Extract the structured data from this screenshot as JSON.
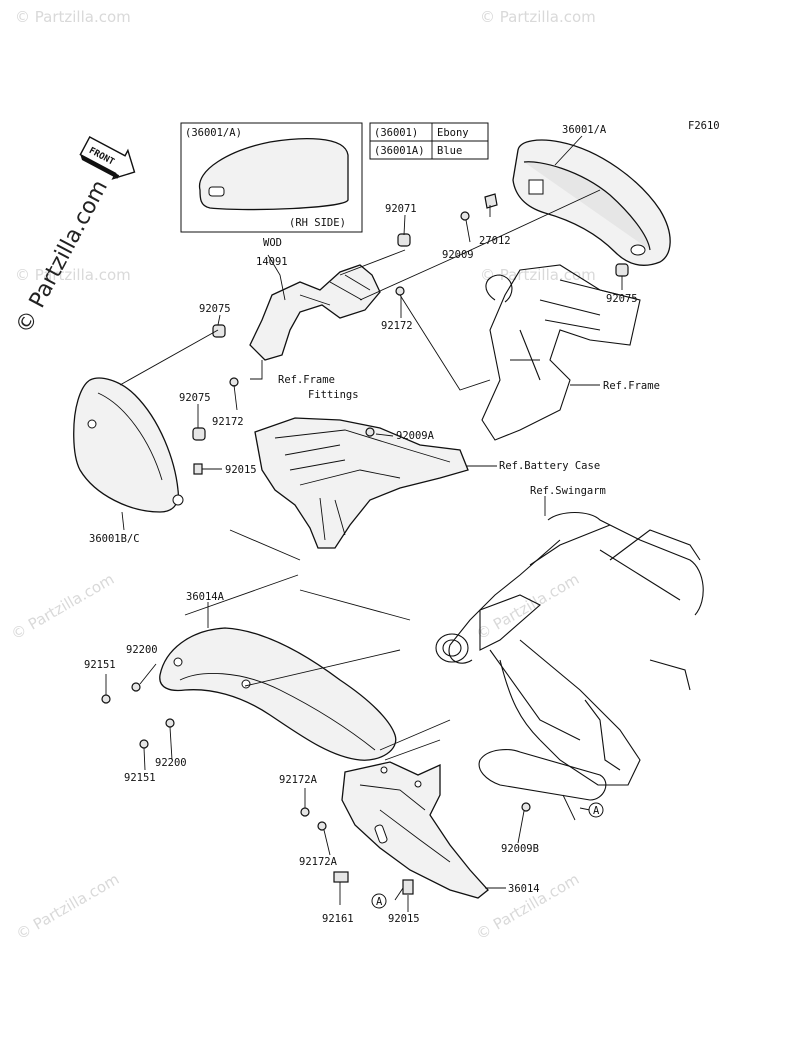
{
  "figure_code": "F2610",
  "watermark_main": "© Partzilla.com",
  "watermark_small": "© Partzilla.com",
  "front_arrow_label": "FRONT",
  "inset": {
    "title": "(36001/A)",
    "caption": "(RH SIDE)"
  },
  "legend": {
    "rows": [
      {
        "code": "(36001)",
        "color": "Ebony"
      },
      {
        "code": "(36001A)",
        "color": "Blue"
      }
    ]
  },
  "labels": {
    "p36001A_top": "36001/A",
    "p92071": "92071",
    "p27012": "27012",
    "p92009": "92009",
    "p92075_r": "92075",
    "wod": "WOD",
    "p14091": "14091",
    "p92075_l": "92075",
    "p92172_mid": "92172",
    "ref_frame_fittings_1": "Ref.Frame",
    "ref_frame_fittings_2": "Fittings",
    "p92172_low": "92172",
    "p92075_low": "92075",
    "p92015_up": "92015",
    "ref_frame": "Ref.Frame",
    "p92009A": "92009A",
    "ref_battery_case": "Ref.Battery Case",
    "ref_swingarm": "Ref.Swingarm",
    "p36001BC": "36001B/C",
    "p36014A": "36014A",
    "p92200_up": "92200",
    "p92151_up": "92151",
    "p92200_low": "92200",
    "p92151_low": "92151",
    "p92172A_up": "92172A",
    "p92172A_low": "92172A",
    "p92009B": "92009B",
    "ref_A_right": "A",
    "p36014": "36014",
    "ref_A_left": "A",
    "p92161": "92161",
    "p92015_low": "92015"
  }
}
